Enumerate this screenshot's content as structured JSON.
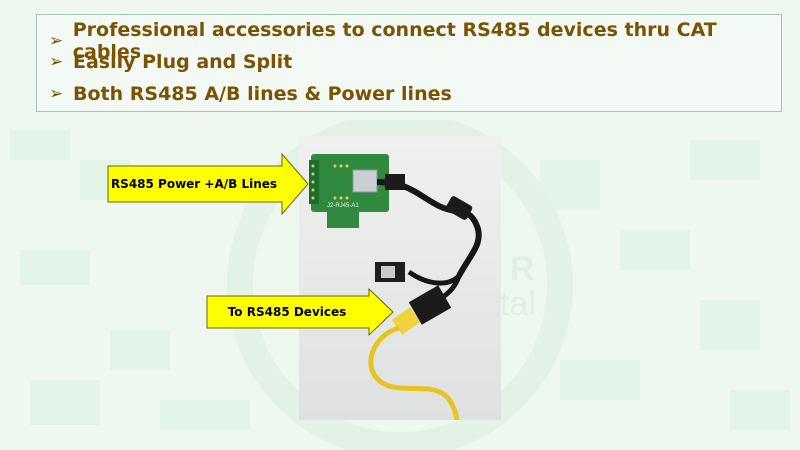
{
  "bullets": [
    "Professional accessories to connect RS485 devices thru CAT cables",
    "Easily Plug and Split",
    "Both RS485 A/B lines & Power lines"
  ],
  "callouts": {
    "power_lines": "RS485 Power +A/B Lines",
    "to_devices": "To RS485 Devices"
  },
  "board_label": "J2-RJ45-A1",
  "watermark": {
    "fragment1": "R",
    "fragment2": "tal"
  },
  "colors": {
    "bullet_text": "#7a5200",
    "callout_fill": "#ffff00",
    "board": "#2f8a3e",
    "background": "#eef8f1"
  },
  "icons": [
    "bullet-arrow-icon"
  ]
}
